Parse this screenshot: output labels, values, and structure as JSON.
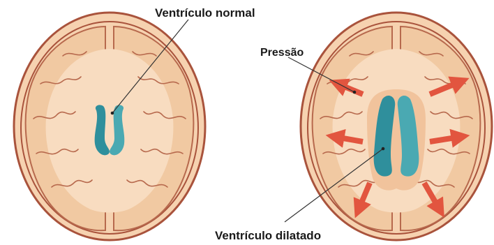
{
  "labels": {
    "normal_ventricle": "Ventrículo normal",
    "pressure": "Pressão",
    "dilated_ventricle": "Ventrículo dilatado"
  },
  "colors": {
    "skull_outline": "#a9533c",
    "skull_fill": "#f6d2b0",
    "brain_fill": "#f1c9a2",
    "gyri_line": "#b7694d",
    "white_matter": "#f8dcc0",
    "ventricle": "#2f8f9c",
    "ventricle_light": "#4aa9b2",
    "ventricle_halo": "#f1c39c",
    "arrow": "#e2553f",
    "leader_line": "#333333"
  }
}
